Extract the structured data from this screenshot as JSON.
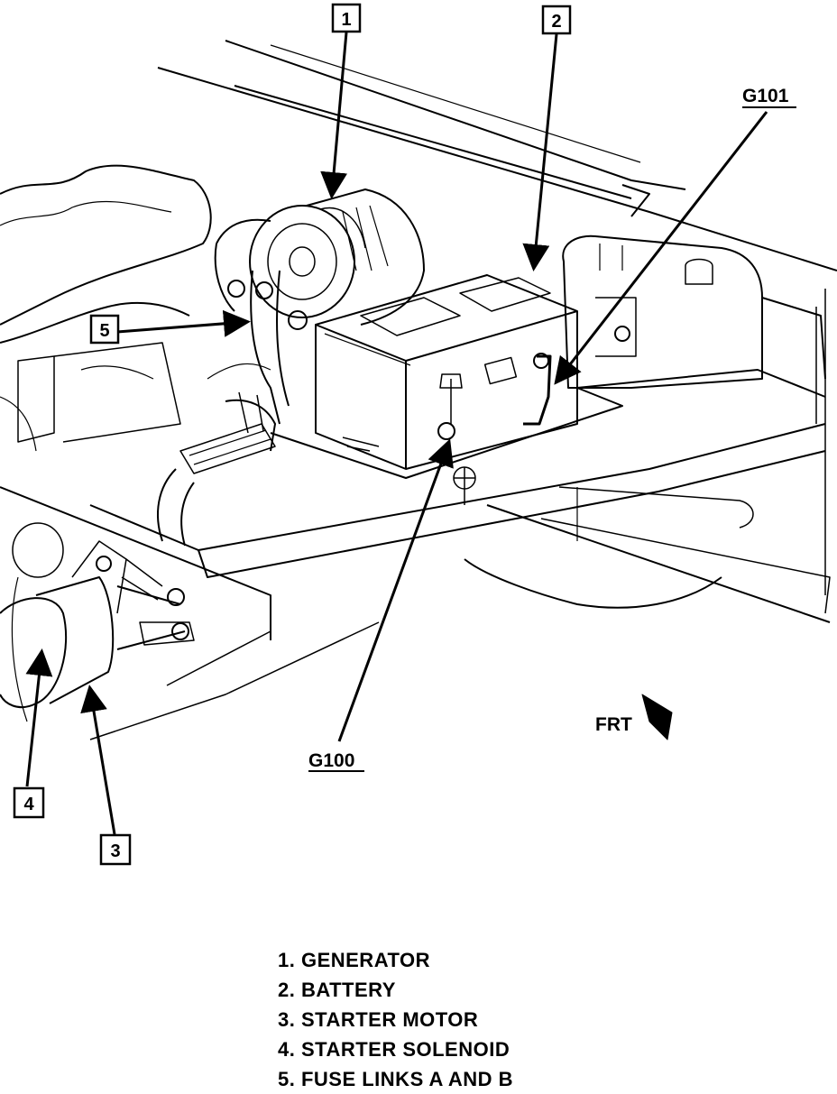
{
  "callouts": {
    "c1": "1",
    "c2": "2",
    "c3": "3",
    "c4": "4",
    "c5": "5"
  },
  "grounds": {
    "g101": "G101",
    "g100": "G100"
  },
  "direction_label": "FRT",
  "legend": [
    "1. GENERATOR",
    "2. BATTERY",
    "3. STARTER MOTOR",
    "4. STARTER SOLENOID",
    "5. FUSE LINKS A AND B"
  ]
}
